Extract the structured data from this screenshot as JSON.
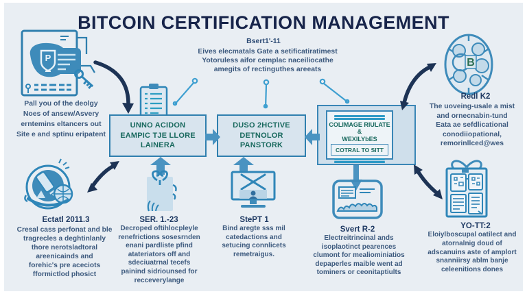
{
  "title": "BITCOIN CERTIFICATION MANAGEMENT",
  "subtitle": {
    "heading": "Bsert1'-11",
    "lines": [
      "Eives elecmatals Gate a setificatiratimest",
      "Yotoruless aifor cemplac naceiliocathe",
      "amegits of rectinguthes areeats"
    ]
  },
  "left_top": {
    "lines": [
      "Pall you of the deolgy",
      "Noes of ansew/Asvery",
      "erntemins eltancers out",
      "Site e and sptinu eripatent"
    ]
  },
  "left_bottom": {
    "heading": "Ectatl 2011.3",
    "lines": [
      "Cresal cass perfonat and ble",
      "tragrecles a deghtinlanly",
      "thore nerotsladtoral",
      "areenicainds and",
      "forehic's pre aceciots",
      "fformictlod phosict"
    ]
  },
  "flow_boxes": {
    "box1_lines": [
      "UNNO ACIDON",
      "EAMPIC TJE LLORE",
      "LAINERA"
    ],
    "box2_lines": [
      "DUSO 2HCTIVE",
      "DETNOLOR",
      "PANSTORK"
    ],
    "box3_lines": [
      "COLIMAGE RIULATE &",
      "WEXILYbES"
    ],
    "box3_sub": "COTRAL TO SITT"
  },
  "bottom_ser": {
    "heading": "SER. 1.-23",
    "lines": [
      "Decroped oftihlocpleyle",
      "renefrictions sosesrnden",
      "enani pardliste pfind",
      "atateriators off and",
      "sdeciuatrnal tecefs",
      "painind sidriounsed for",
      "recceverylange"
    ]
  },
  "bottom_stept": {
    "heading": "StePT 1",
    "lines": [
      "Bind aregte sss mil",
      "catedactions and",
      "setucing connlicets",
      "remetraigus."
    ]
  },
  "bottom_svert": {
    "heading": "Svert R-2",
    "lines": [
      "Electreitrincinal ands",
      "isoplaotinct pearences",
      "clumont for mealiominiatios",
      "depaperles maible went ad",
      "tominers or ceonitaptiults"
    ]
  },
  "right_top": {
    "heading": "Redl K2",
    "lines": [
      "The uoveing-usale a mist",
      "and ornecnabin-tund",
      "Eata ae sefdlicational",
      "conodiiopational,",
      "remorinllced@wes"
    ]
  },
  "right_bottom": {
    "heading": "YO-TT:2",
    "lines": [
      "Eloiylboscupal oatilect and",
      "atornalnig doud of",
      "adscanuins aste of amplort",
      "snanniirsy ablm banje",
      "celeenitions dones"
    ]
  },
  "icons": {
    "top_left": "document-shield-icon",
    "top_left_key": "key-icon",
    "bottom_left": "forensic-badge-icon",
    "box1_top": "clipboard-checklist-icon",
    "ser": "specimen-jar-icon",
    "stept": "monitor-x-icon",
    "svert": "wave-chart-icon",
    "right_top": "coin-faces-icon",
    "right_bottom": "cards-grid-icon",
    "connectors": "pin-connector-icon"
  },
  "colors": {
    "background": "#e9eef3",
    "title_navy": "#17244a",
    "heading_navy": "#1f3a63",
    "body_slate": "#3d5a7e",
    "box_text_teal": "#19695e",
    "box_fill": "#d8e4ee",
    "box_border": "#2f7fae",
    "block_arrow_blue": "#4a93c1",
    "curved_arrow_navy": "#1d3355",
    "pin_cyan": "#3e9fd0"
  }
}
